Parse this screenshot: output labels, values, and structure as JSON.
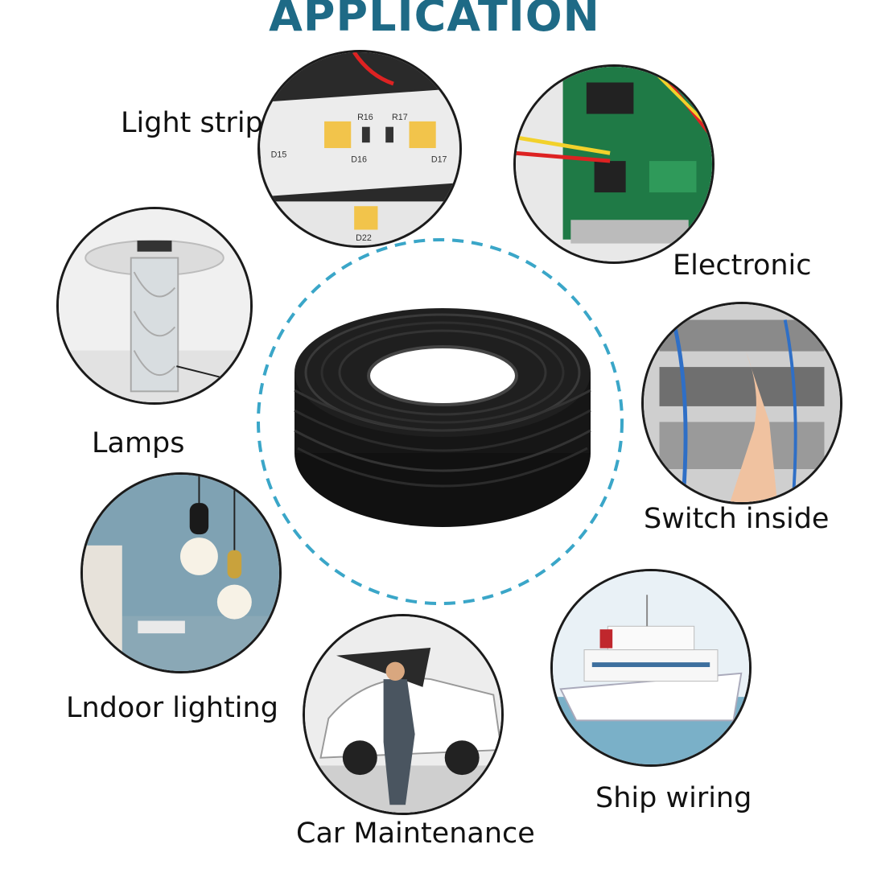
{
  "page": {
    "title": "APPLICATION"
  },
  "applications": [
    {
      "label": "Light strip",
      "icon": "led-strip"
    },
    {
      "label": "Electronic",
      "icon": "circuit-board"
    },
    {
      "label": "Lamps",
      "icon": "table-lamp"
    },
    {
      "label": "Switch inside",
      "icon": "network-switch"
    },
    {
      "label": "Lndoor lighting",
      "icon": "pendant-lights"
    },
    {
      "label": "Car Maintenance",
      "icon": "car-mechanic"
    },
    {
      "label": "Ship wiring",
      "icon": "cruise-ship"
    }
  ],
  "led_strip_marks": [
    "R16",
    "R17",
    "D15",
    "D16",
    "D17",
    "D22"
  ],
  "colors": {
    "title": "#1e6a86",
    "ring": "#3aa6c8",
    "cable": "#1a1a1a",
    "border": "#1b1b1b"
  }
}
